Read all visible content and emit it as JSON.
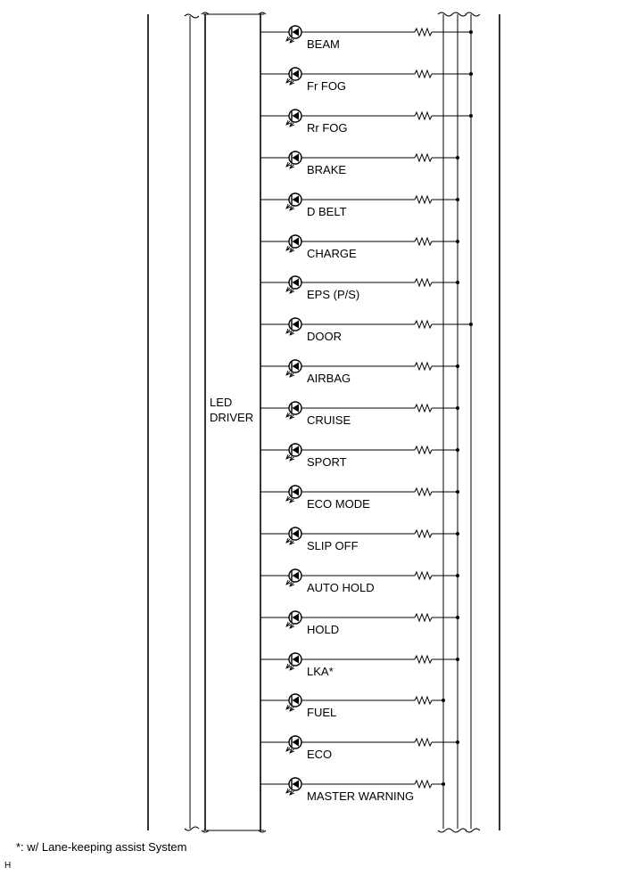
{
  "driver": {
    "label_line1": "LED",
    "label_line2": "DRIVER"
  },
  "channels": [
    {
      "label": "BEAM",
      "bus": "far"
    },
    {
      "label": "Fr FOG",
      "bus": "far"
    },
    {
      "label": "Rr FOG",
      "bus": "far"
    },
    {
      "label": "BRAKE",
      "bus": "mid"
    },
    {
      "label": "D BELT",
      "bus": "mid"
    },
    {
      "label": "CHARGE",
      "bus": "mid"
    },
    {
      "label": "EPS (P/S)",
      "bus": "mid"
    },
    {
      "label": "DOOR",
      "bus": "far"
    },
    {
      "label": "AIRBAG",
      "bus": "mid"
    },
    {
      "label": "CRUISE",
      "bus": "mid"
    },
    {
      "label": "SPORT",
      "bus": "mid"
    },
    {
      "label": "ECO MODE",
      "bus": "mid"
    },
    {
      "label": "SLIP OFF",
      "bus": "mid"
    },
    {
      "label": "AUTO HOLD",
      "bus": "mid"
    },
    {
      "label": "HOLD",
      "bus": "mid"
    },
    {
      "label": "LKA*",
      "bus": "mid"
    },
    {
      "label": "FUEL",
      "bus": "near"
    },
    {
      "label": "ECO",
      "bus": "mid"
    },
    {
      "label": "MASTER WARNING",
      "bus": "near"
    }
  ],
  "footnote": "*: w/ Lane-keeping assist System",
  "figure_code": "H",
  "colors": {
    "line": "#000000",
    "background": "#ffffff"
  }
}
